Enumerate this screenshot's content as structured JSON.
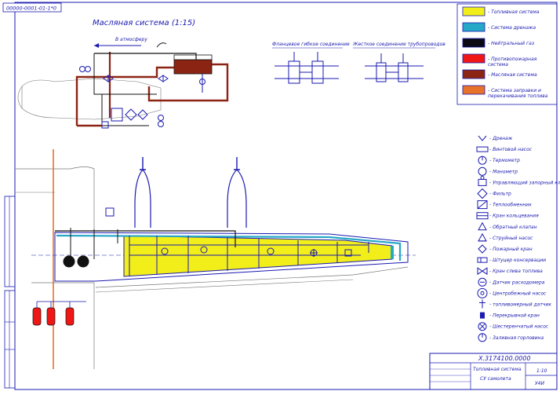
{
  "sheet": {
    "corner_stamp": "00000-0001-01-1*0",
    "oil_system_title": "Масляная система (1:15)",
    "vent_label": "В атмосферу",
    "flange_title": "Фланцевое гибкое соединение",
    "rigid_title": "Жесткое соединение трубопроводов",
    "doc_code": "Х.3174100.0000",
    "drawing_title": "Топливная система\nСУ самолета",
    "scale": "1:10",
    "sheet_no": "У4И"
  },
  "color_legend": [
    {
      "color": "#f2ee1a",
      "label": "- Топливная система"
    },
    {
      "color": "#26a8c8",
      "label": "- Система дренажа"
    },
    {
      "color": "#0a0a14",
      "label": "- Нейтральный газ"
    },
    {
      "color": "#f01616",
      "label": "- Противопожарная система"
    },
    {
      "color": "#8c2414",
      "label": "- Масляная система"
    },
    {
      "color": "#e8722a",
      "label": "- Система заправки и перекачивания топлива"
    }
  ],
  "symbol_legend": [
    {
      "icon": "drain-icon",
      "label": "- Дренаж"
    },
    {
      "icon": "pump-icon",
      "label": "- Винтовой насос"
    },
    {
      "icon": "thermometer-icon",
      "label": "- Термометр"
    },
    {
      "icon": "manometer-icon",
      "label": "- Манометр"
    },
    {
      "icon": "valve-icon",
      "label": "- Управляющий запорный клапан"
    },
    {
      "icon": "filter-icon",
      "label": "- Фильтр"
    },
    {
      "icon": "heat-exchanger-icon",
      "label": "- Теплообменник"
    },
    {
      "icon": "ring-valve-icon",
      "label": "- Кран кольцевания"
    },
    {
      "icon": "check-valve-icon",
      "label": "- Обратный клапан"
    },
    {
      "icon": "jet-pump-icon",
      "label": "- Струйный насос"
    },
    {
      "icon": "fire-cock-icon",
      "label": "- Пожарный кран"
    },
    {
      "icon": "conservation-fitting-icon",
      "label": "- Штуцер консервации"
    },
    {
      "icon": "drain-cock-icon",
      "label": "- Кран слива топлива"
    },
    {
      "icon": "flow-sensor-icon",
      "label": "- Датчик расходомера"
    },
    {
      "icon": "centrifugal-pump-icon",
      "label": "- Центробежный насос"
    },
    {
      "icon": "level-sensor-icon",
      "label": "- топливомерный датчик"
    },
    {
      "icon": "shutoff-cock-icon",
      "label": "- Перекрывной кран"
    },
    {
      "icon": "gear-pump-icon",
      "label": "- Шестеренчатый насос"
    },
    {
      "icon": "refuel-valve-icon",
      "label": "- Заливная горловина"
    }
  ]
}
